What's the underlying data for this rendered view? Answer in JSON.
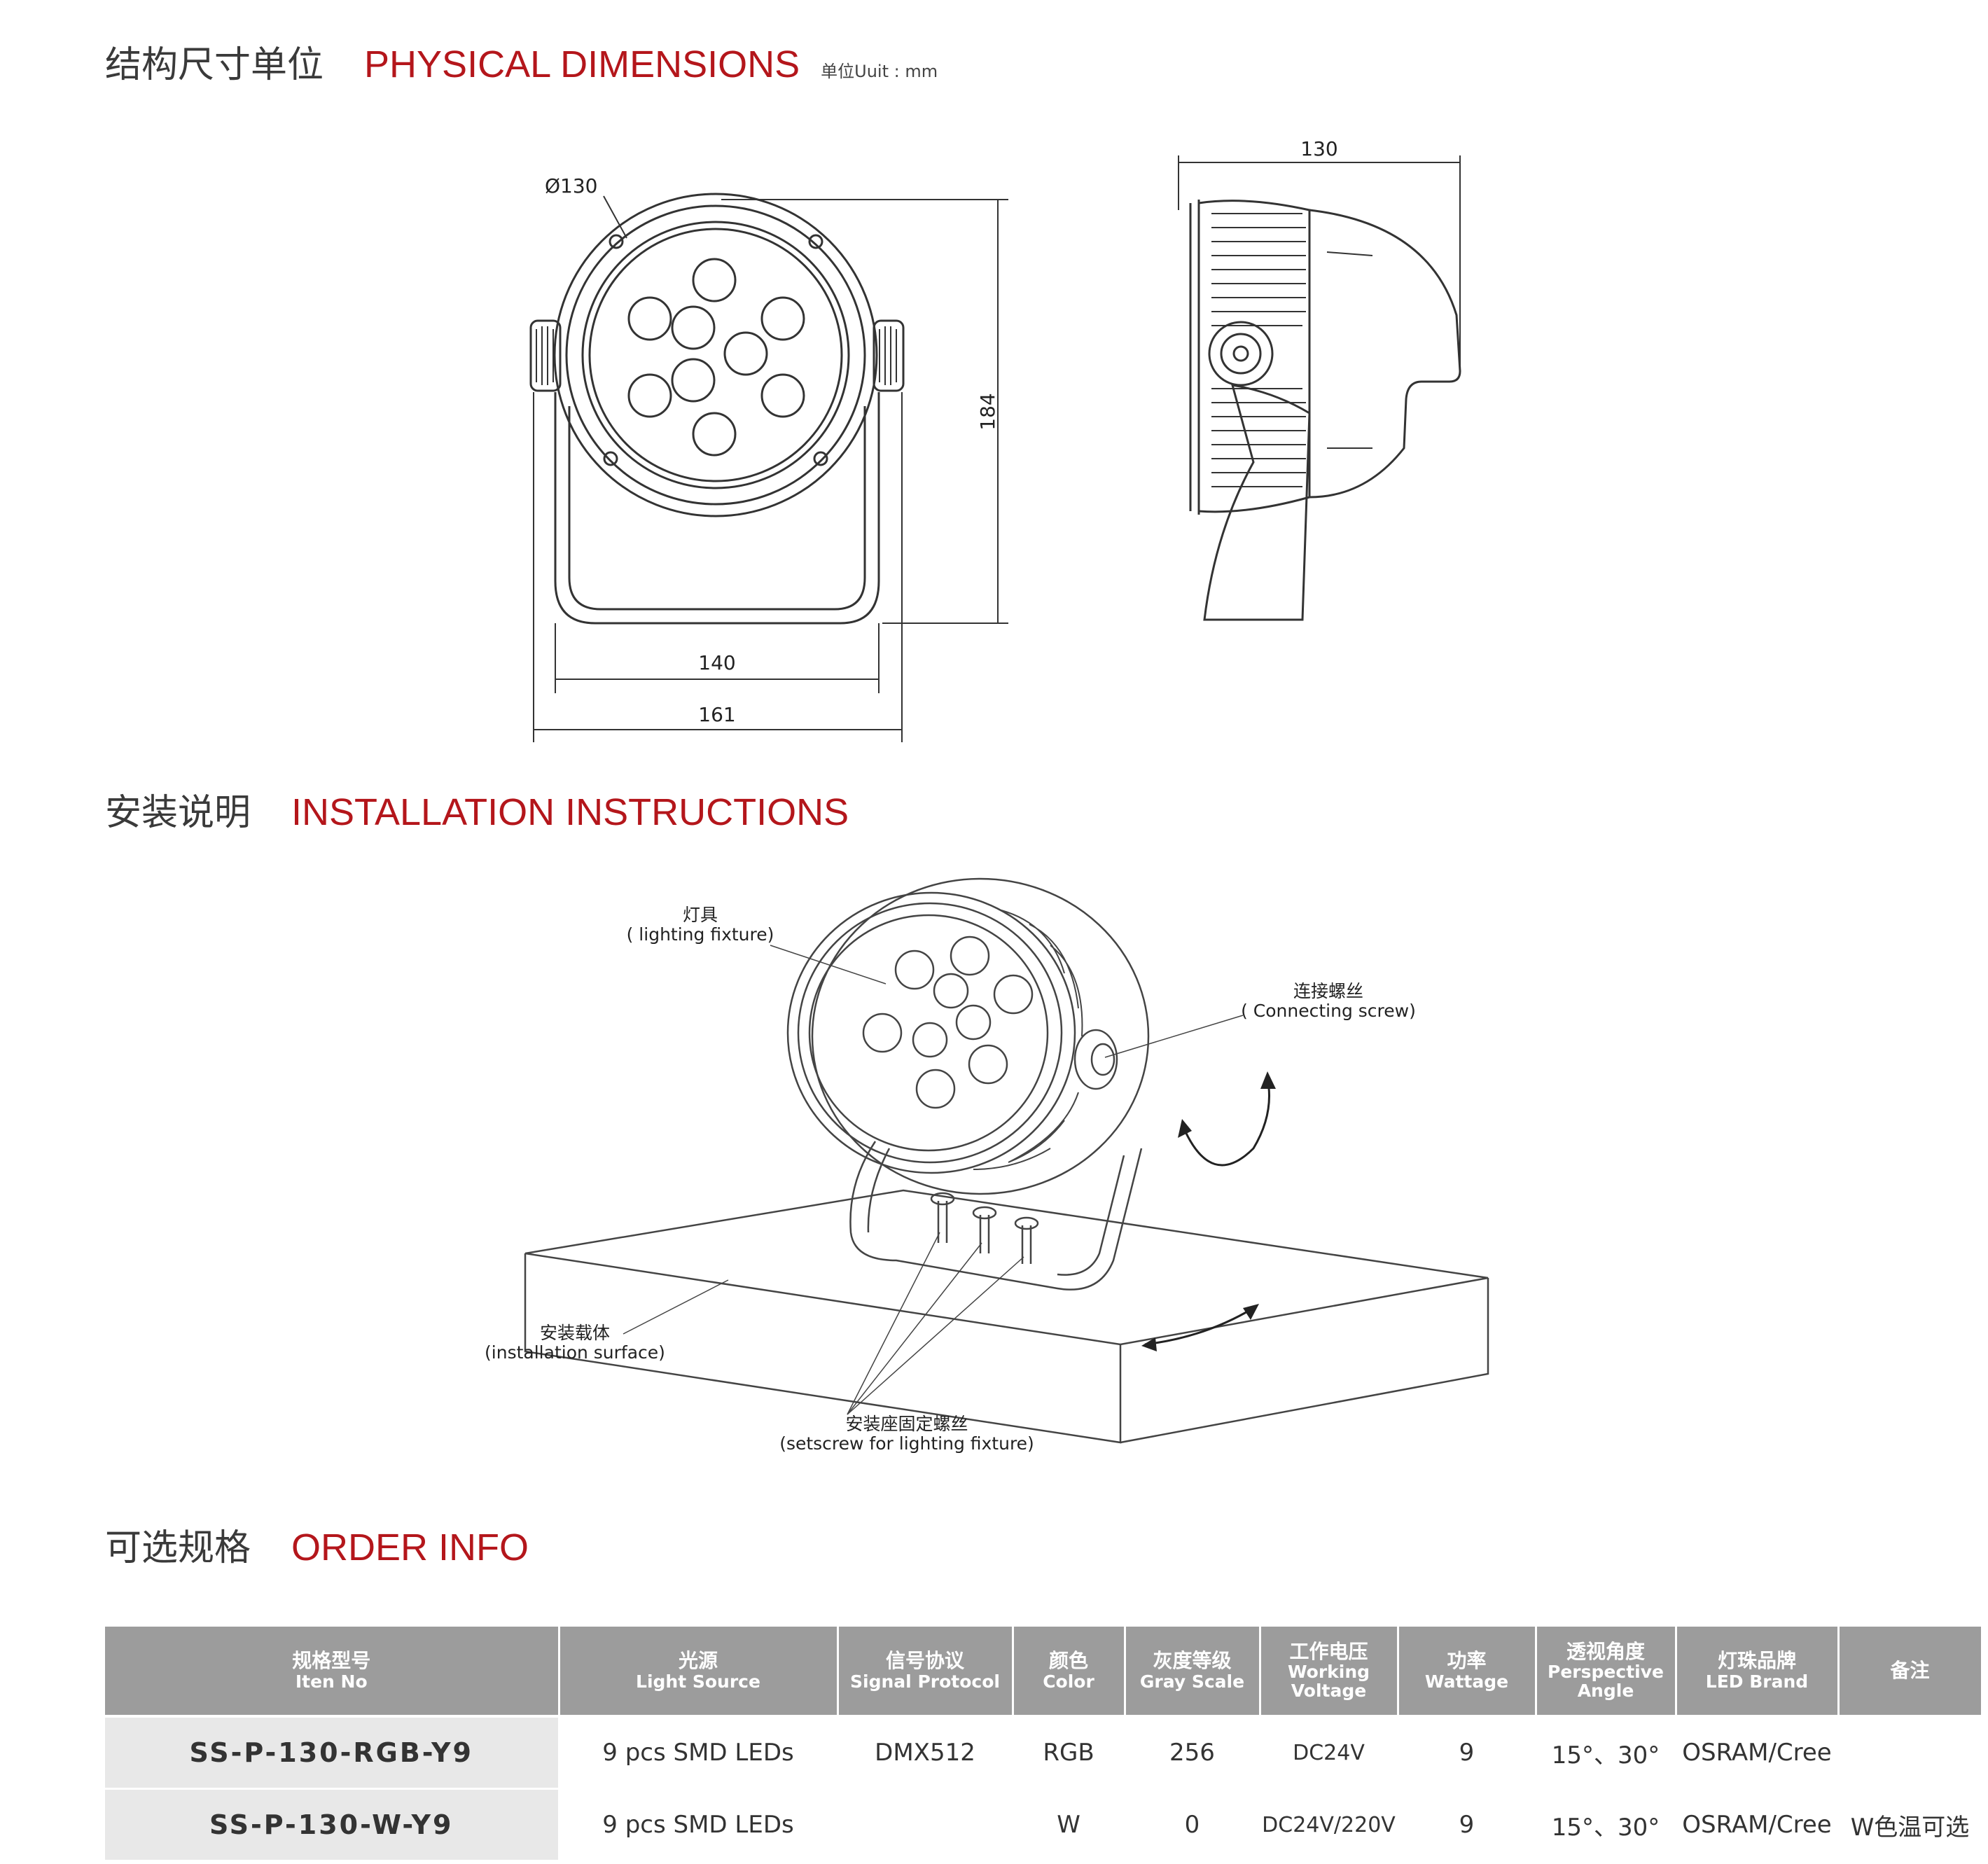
{
  "sections": {
    "physical": {
      "title_cn": "结构尺寸单位",
      "title_en": "PHYSICAL DIMENSIONS",
      "unit": "单位Uuit : mm"
    },
    "install": {
      "title_cn": "安装说明",
      "title_en": "INSTALLATION INSTRUCTIONS"
    },
    "order": {
      "title_cn": "可选规格",
      "title_en": "ORDER INFO"
    }
  },
  "dimensions": {
    "diameter": "Ø130",
    "height": "184",
    "bracket_inner": "140",
    "bracket_outer": "161",
    "side_width": "130"
  },
  "callouts": {
    "fixture_cn": "灯具",
    "fixture_en": "( lighting fixture)",
    "screw_cn": "连接螺丝",
    "screw_en": "( Connecting screw)",
    "surface_cn": "安装载体",
    "surface_en": "(installation surface)",
    "setscrew_cn": "安装座固定螺丝",
    "setscrew_en": "(setscrew for lighting fixture)"
  },
  "table": {
    "headers": [
      {
        "cn": "规格型号",
        "en": "Iten No"
      },
      {
        "cn": "光源",
        "en": "Light Source"
      },
      {
        "cn": "信号协议",
        "en": "Signal Protocol"
      },
      {
        "cn": "颜色",
        "en": "Color"
      },
      {
        "cn": "灰度等级",
        "en": "Gray Scale"
      },
      {
        "cn": "工作电压",
        "en": "Working Voltage"
      },
      {
        "cn": "功率",
        "en": "Wattage"
      },
      {
        "cn": "透视角度",
        "en": "Perspective Angle"
      },
      {
        "cn": "灯珠品牌",
        "en": "LED Brand"
      },
      {
        "cn": "备注",
        "en": ""
      }
    ],
    "rows": [
      [
        "SS-P-130-RGB-Y9",
        "9 pcs SMD LEDs",
        "DMX512",
        "RGB",
        "256",
        "DC24V",
        "9",
        "15°、30°",
        "OSRAM/Cree",
        ""
      ],
      [
        "SS-P-130-W-Y9",
        "9 pcs SMD LEDs",
        "",
        "W",
        "0",
        "DC24V/220V",
        "9",
        "15°、30°",
        "OSRAM/Cree",
        "W色温可选"
      ]
    ]
  }
}
